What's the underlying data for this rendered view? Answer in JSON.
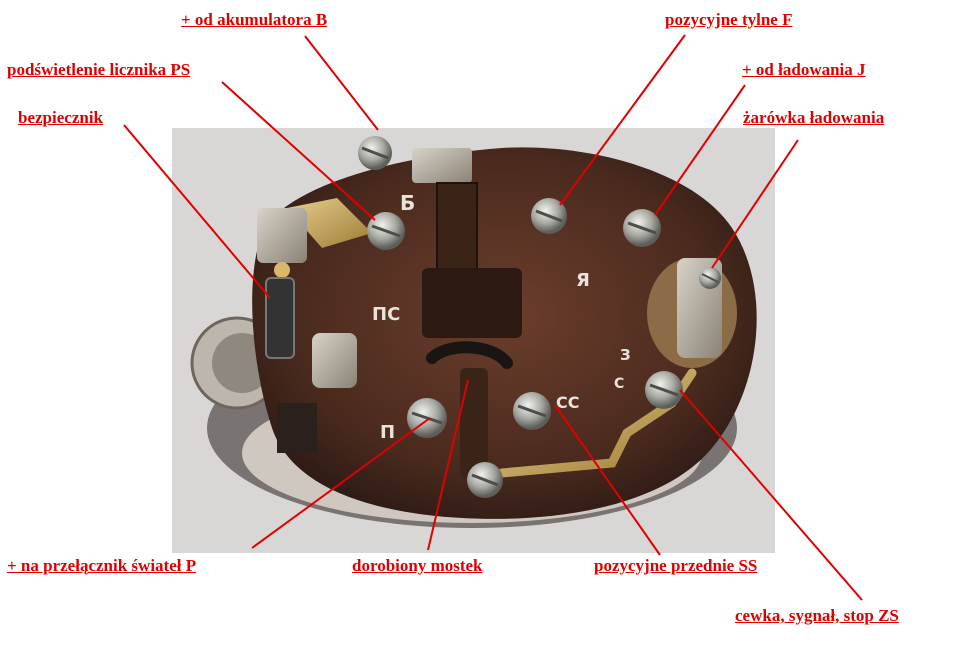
{
  "colors": {
    "label": "#e00000",
    "leader": "#e00000",
    "photo_background": "#d9d7d6",
    "housing": "#4a2a1e"
  },
  "photo": {
    "subject": "fuse box terminal block",
    "markings": {
      "b": "Б",
      "ps": "ПС",
      "ya": "Я",
      "z": "З",
      "p": "П",
      "ss": "СС",
      "c": "С"
    }
  },
  "labels": {
    "akumulator": "+ od akumulatora B",
    "pozycyjne_tylne": "pozycyjne tylne F",
    "podswietlenie": "podświetlenie licznika PS",
    "ladowanie": "+ od ładowania J",
    "bezpiecznik": "bezpiecznik",
    "zarowka": "żarówka ładowania",
    "przelacznik": "+ na przełącznik świateł P",
    "mostek": "dorobiony mostek",
    "przednie": "pozycyjne przednie SS",
    "cewka": "cewka, sygnał, stop ZS"
  }
}
